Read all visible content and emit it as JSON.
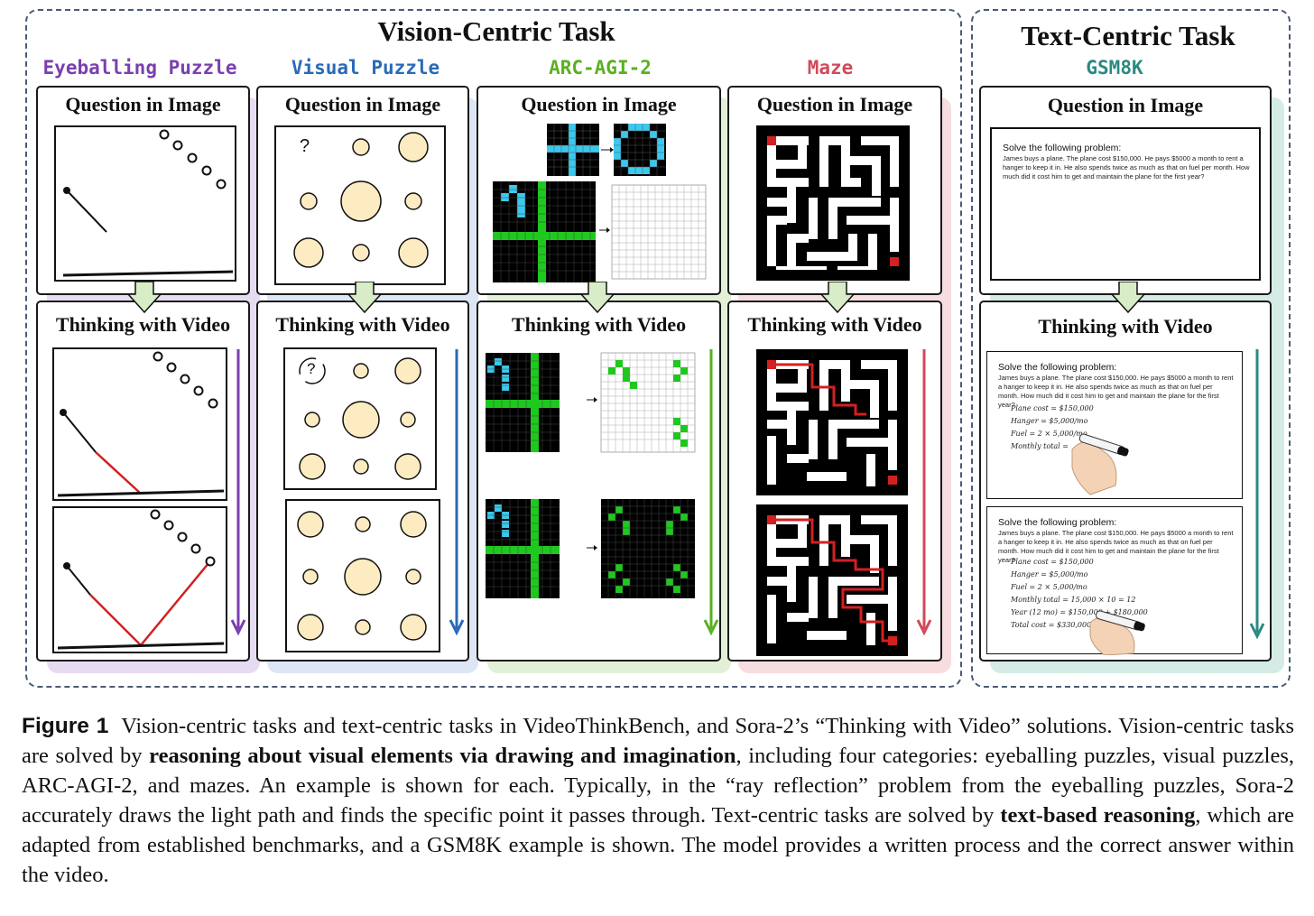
{
  "sections": {
    "vision_title": "Vision-Centric Task",
    "text_title": "Text-Centric Task"
  },
  "categories": [
    {
      "label": "Eyeballing Puzzle",
      "color": "#7a3fb0"
    },
    {
      "label": "Visual Puzzle",
      "color": "#2a6ab8"
    },
    {
      "label": "ARC-AGI-2",
      "color": "#5ab020"
    },
    {
      "label": "Maze",
      "color": "#d04a5a"
    },
    {
      "label": "GSM8K",
      "color": "#2a8a82"
    }
  ],
  "panels": {
    "question": "Question in Image",
    "thinking": "Thinking with Video"
  },
  "puzzle": {
    "question_mark": "?"
  },
  "gsm8k": {
    "heading": "Solve the following problem:",
    "problem": "James buys a plane. The plane cost $150,000. He pays $5000 a month to rent a hanger to keep it in. He also spends twice as much as that on fuel per month. How much did it cost him to get and maintain the plane for the first year?",
    "steps_first": [
      "Plane cost = $150,000",
      "Hanger = $5,000/mo",
      "Fuel = 2 × 5,000/mo",
      "Monthly total ="
    ],
    "steps_second": [
      "Plane cost = $150,000",
      "Hanger = $5,000/mo",
      "Fuel = 2 × 5,000/mo",
      "Monthly total = 15,000 × 10 = 12",
      "Year (12 mo) = $150,000 + $180,000",
      "Total cost = $330,000"
    ]
  },
  "caption": {
    "label": "Figure 1",
    "p1": "Vision-centric tasks and text-centric tasks in VideoThinkBench, and Sora-2’s “Thinking with Video” solutions. Vision-centric tasks are solved by ",
    "b1": "reasoning about visual elements via drawing and imagination",
    "p2": ", including four categories: eyeballing puzzles, visual puzzles, ARC-AGI-2, and mazes. An example is shown for each. Typically, in the “ray reflection” problem from the eyeballing puzzles, Sora-2 accurately draws the light path and finds the specific point it passes through. Text-centric tasks are solved by ",
    "b2": "text-based reasoning",
    "p3": ", which are adapted from established benchmarks, and a GSM8K example is shown. The model provides a written process and the correct answer within the video."
  },
  "colors": {
    "eyeball_bg": "#e6dcf2",
    "visual_bg": "#dde6f5",
    "arc_bg": "#e2f0d8",
    "maze_bg": "#f7dde0",
    "gsm_bg": "#d4ebe6",
    "arrow_fill": "#d7ecc7",
    "cyan": "#3cc8ee",
    "green": "#1ec81e",
    "circle": "#fdebc2",
    "red": "#d42020"
  }
}
